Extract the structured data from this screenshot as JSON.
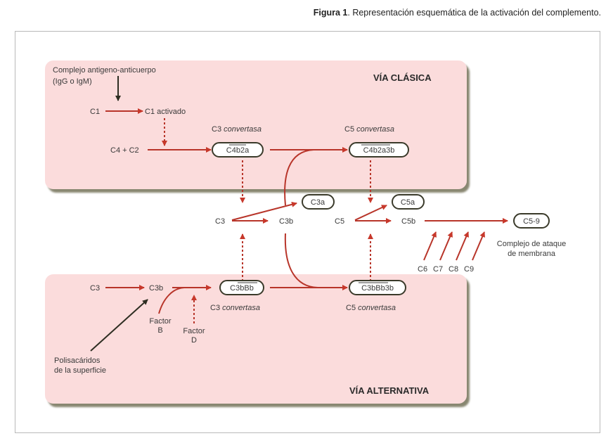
{
  "caption": {
    "bold": "Figura 1",
    "text": ". Representación esquemática de la activación del complemento."
  },
  "colors": {
    "pathway_fill": "#fbdada",
    "arrow_red": "#b8352a",
    "arrow_dark": "#3a3a2a",
    "shadow": "#8a8670"
  },
  "classical": {
    "title": "VÍA CLÁSICA",
    "trigger_line1": "Complejo antigeno-anticuerpo",
    "trigger_line2": "(IgG o IgM)",
    "c1": "C1",
    "c1_activated": "C1 activado",
    "c4_c2": "C4 + C2",
    "c3_convertase_prefix": "C3",
    "c3_convertase_word": "convertasa",
    "c3_convertase_complex": "C4b2a",
    "c5_convertase_prefix": "C5",
    "c5_convertase_word": "convertasa",
    "c5_convertase_complex": "C4b2a3b"
  },
  "middle": {
    "c3": "C3",
    "c3b": "C3b",
    "c3a": "C3a",
    "c5": "C5",
    "c5b": "C5b",
    "c5a": "C5a",
    "mac_complex": "C5-9",
    "mac_label_line1": "Complejo de ataque",
    "mac_label_line2": "de membrana",
    "late_components": [
      "C6",
      "C7",
      "C8",
      "C9"
    ]
  },
  "alternative": {
    "title": "VÍA ALTERNATIVA",
    "c3": "C3",
    "c3b": "C3b",
    "factor_b_line1": "Factor",
    "factor_b_line2": "B",
    "factor_d_line1": "Factor",
    "factor_d_line2": "D",
    "trigger_line1": "Polisacáridos",
    "trigger_line2": "de la superficie",
    "c3_convertase_complex": "C3bBb",
    "c3_convertase_prefix": "C3",
    "c3_convertase_word": "convertasa",
    "c5_convertase_complex": "C3bBb3b",
    "c5_convertase_prefix": "C5",
    "c5_convertase_word": "convertasa"
  }
}
